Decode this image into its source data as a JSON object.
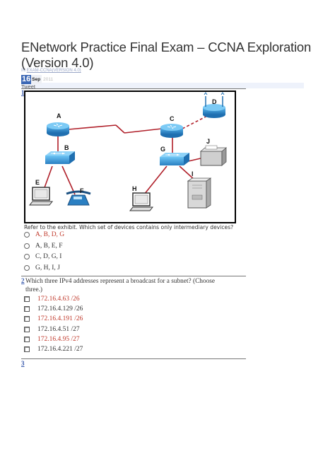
{
  "page": {
    "title": "ENetwork Practice Final Exam – CCNA Exploration (Version 4.0)",
    "meta_in": "IN",
    "meta_category": "EXAM-CCNA(VERSION 4.0)",
    "date_day": "16",
    "date_month": "Sep",
    "date_year": "2011",
    "tweet_label": "Tweet"
  },
  "q1": {
    "number": "1",
    "exhibit_labels": [
      "A",
      "B",
      "C",
      "D",
      "E",
      "F",
      "G",
      "H",
      "I",
      "J"
    ],
    "question": "Refer to the exhibit. Which set of devices contains only intermediary devices?",
    "options": [
      {
        "text": "A, B, D, G",
        "correct": true
      },
      {
        "text": "A, B, E, F",
        "correct": false
      },
      {
        "text": "C, D, G, I",
        "correct": false
      },
      {
        "text": "G, H, I, J",
        "correct": false
      }
    ]
  },
  "q2": {
    "number": "2",
    "question": "Which three IPv4 addresses represent a broadcast for a subnet? (Choose three.)",
    "options": [
      {
        "text": "172.16.4.63 /26",
        "correct": true
      },
      {
        "text": "172.16.4.129 /26",
        "correct": false
      },
      {
        "text": "172.16.4.191 /26",
        "correct": true
      },
      {
        "text": "172.16.4.51 /27",
        "correct": false
      },
      {
        "text": "172.16.4.95 /27",
        "correct": true
      },
      {
        "text": "172.16.4.221 /27",
        "correct": false
      }
    ]
  },
  "q3": {
    "number": "3"
  },
  "colors": {
    "correct": "#c0392b",
    "link": "#3355aa",
    "router": "#2a8fd0",
    "cable": "#b0202a"
  }
}
